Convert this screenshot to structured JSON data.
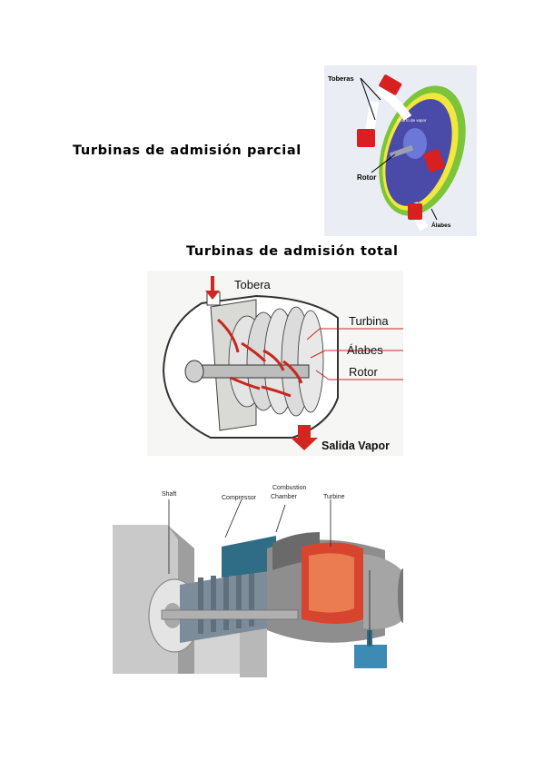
{
  "captions": {
    "partial": "Turbinas de admisión parcial",
    "total": "Turbinas de admisión total"
  },
  "figure1": {
    "labels": {
      "nozzles": "Toberas",
      "steam_jet": "Chorro de vapor",
      "rotor": "Rotor",
      "blades": "Álabes"
    }
  },
  "figure2": {
    "labels": {
      "nozzle": "Tobera",
      "turbine": "Turbina",
      "blades": "Álabes",
      "rotor": "Rotor",
      "steam_out": "Salida Vapor"
    }
  },
  "figure3": {
    "labels": {
      "shaft": "Shaft",
      "compressor": "Compressor",
      "combustion_1": "Combustion",
      "combustion_2": "Chamber",
      "turbine": "Turbine"
    }
  }
}
